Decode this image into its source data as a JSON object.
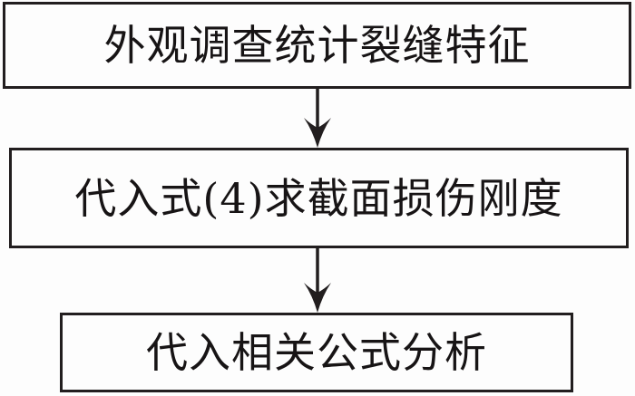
{
  "flowchart": {
    "steps": [
      {
        "id": "step-1",
        "label": "外观调查统计裂缝特征"
      },
      {
        "id": "step-2",
        "label": "代入式(4)求截面损伤刚度"
      },
      {
        "id": "step-3",
        "label": "代入相关公式分析"
      }
    ],
    "connectors": [
      {
        "from": "step-1",
        "to": "step-2",
        "type": "down-arrow"
      },
      {
        "from": "step-2",
        "to": "step-3",
        "type": "down-arrow"
      }
    ],
    "colors": {
      "background": "#fdfdfd",
      "line": "#221e1f",
      "text": "#171415"
    }
  }
}
